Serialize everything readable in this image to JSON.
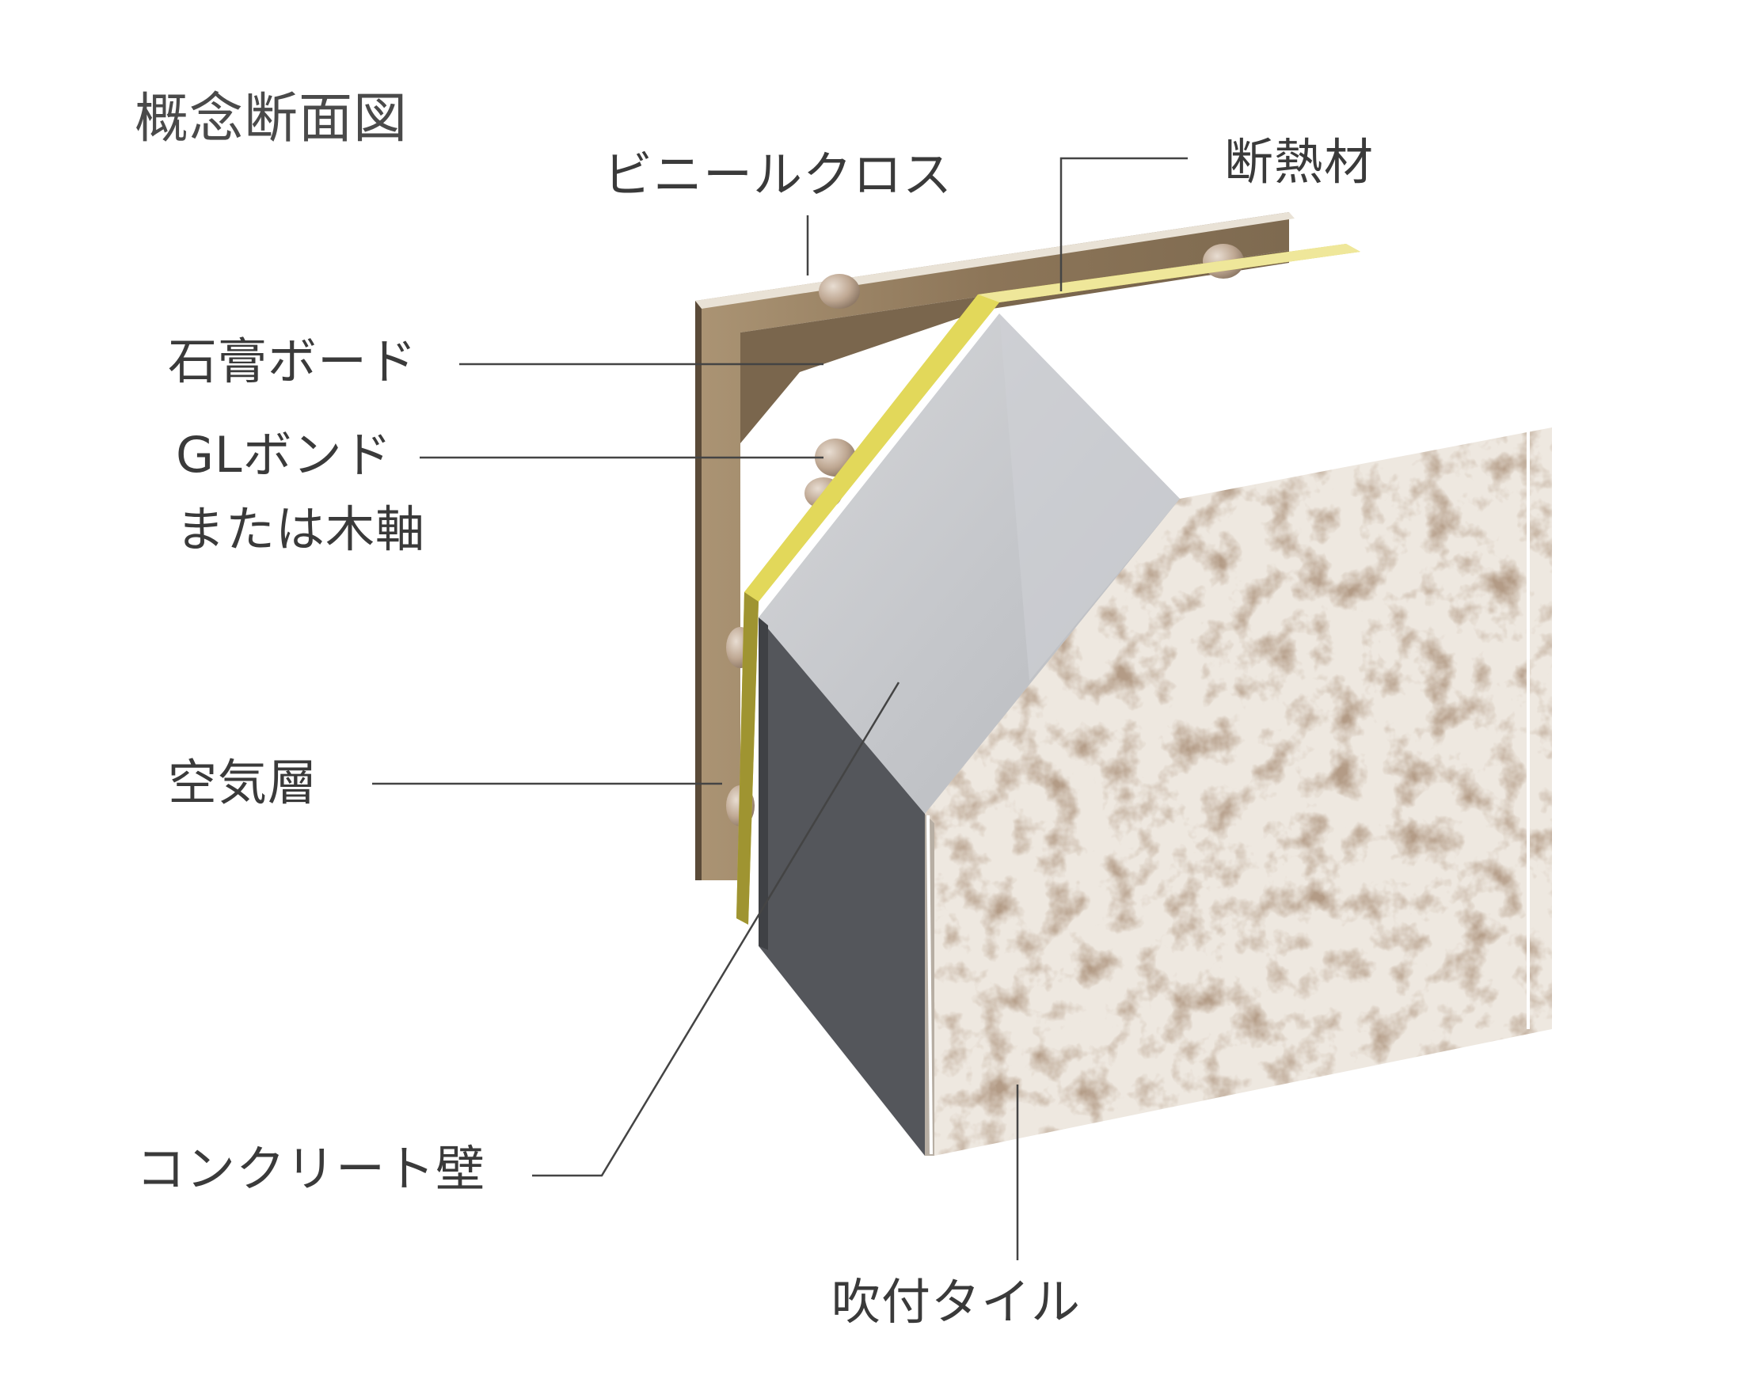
{
  "title": "概念断面図",
  "labels": {
    "vinyl_cloth": "ビニールクロス",
    "insulation": "断熱材",
    "gypsum_board": "石膏ボード",
    "gl_bond_line1": "GLボンド",
    "gl_bond_line2": "または木軸",
    "air_layer": "空気層",
    "concrete_wall": "コンクリート壁",
    "spray_tile": "吹付タイル"
  },
  "colors": {
    "gypsum_board": "#8a7357",
    "gypsum_light": "#b09a7c",
    "insulation": "#d9cf4a",
    "concrete_top": "#c9cbcf",
    "concrete_side": "#55575c",
    "spray_tile": "#ece6de",
    "leader_line": "#444444"
  }
}
